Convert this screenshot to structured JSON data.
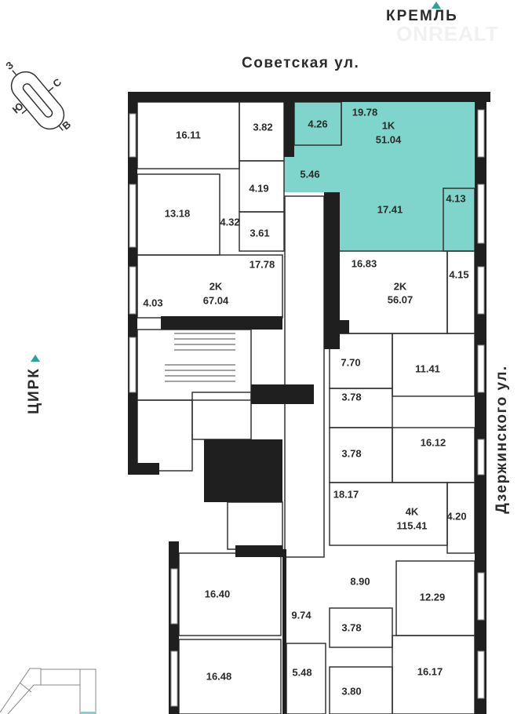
{
  "landmarks": {
    "top": "КРЕМЛЬ",
    "left": "ЦИРК"
  },
  "streets": {
    "top": "Советская ул.",
    "right": "Дзержинского ул."
  },
  "watermark": "ONREALT",
  "compass": {
    "n": "С",
    "s": "Ю",
    "e": "В",
    "w": "З"
  },
  "colors": {
    "highlight": "#7fd5cb",
    "wall": "#1f1f1f",
    "accent": "#2aa39a"
  },
  "rooms": [
    "16.11",
    "3.82",
    "4.26",
    "19.78",
    "1K",
    "51.04",
    "4.19",
    "5.46",
    "13.18",
    "4.32",
    "3.61",
    "17.41",
    "4.13",
    "17.78",
    "16.83",
    "2K",
    "67.04",
    "4.03",
    "2K",
    "56.07",
    "4.15",
    "7.70",
    "11.41",
    "3.78",
    "16.12",
    "3.78",
    "18.17",
    "4K",
    "115.41",
    "4.20",
    "8.90",
    "16.40",
    "12.29",
    "9.74",
    "3.78",
    "16.48",
    "5.48",
    "3.80",
    "16.17"
  ]
}
